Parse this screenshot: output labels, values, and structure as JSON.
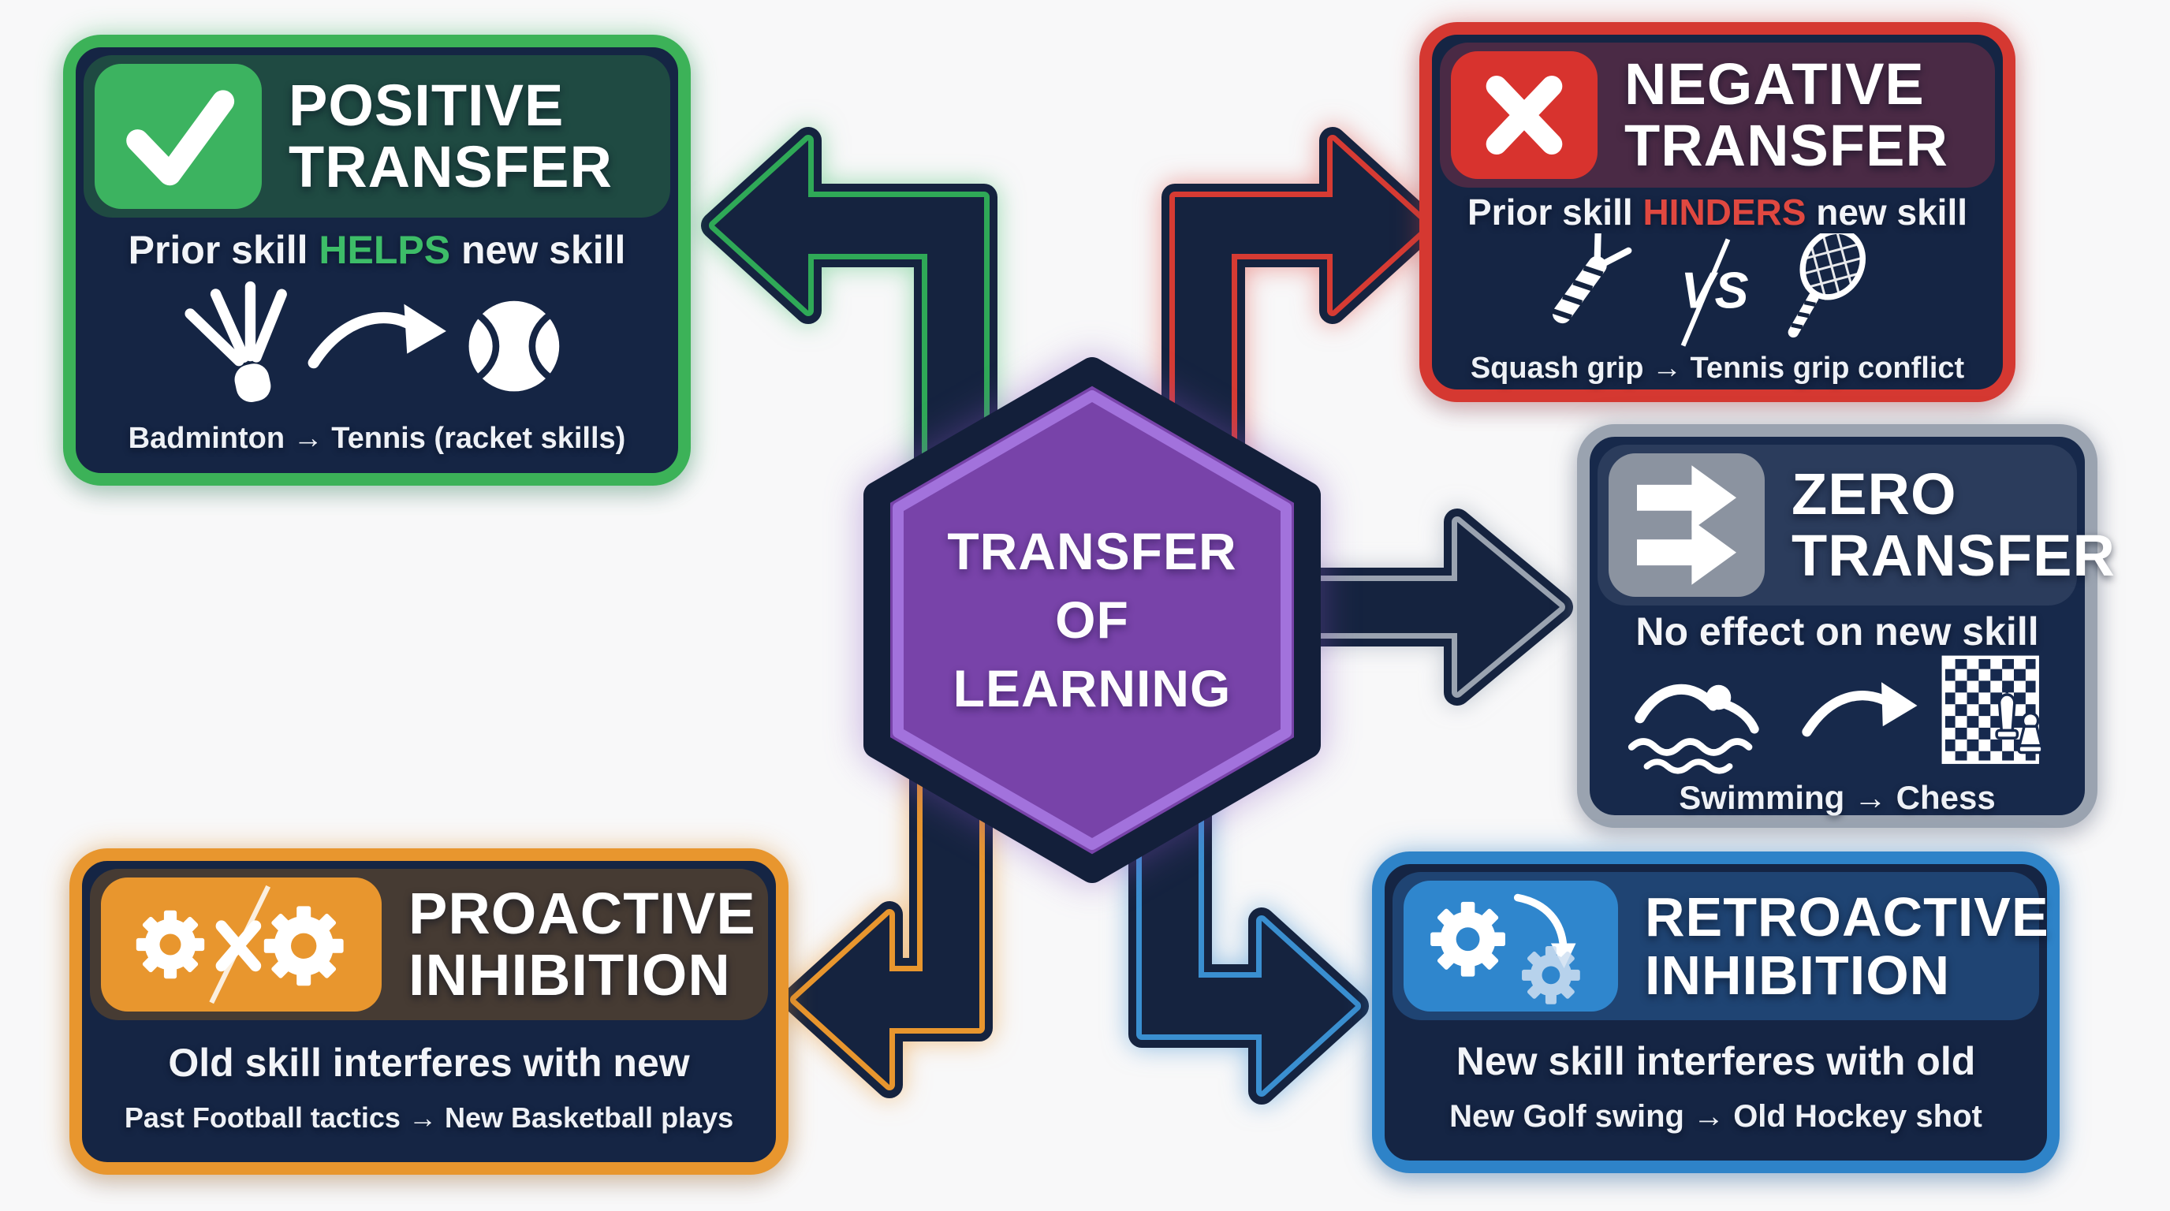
{
  "center": {
    "lines": [
      "TRANSFER",
      "OF",
      "LEARNING"
    ],
    "fill_color": "#7843a9",
    "inner_border_color": "#a272dc",
    "outline_color": "#131f3a"
  },
  "cards": {
    "positive": {
      "title_line1": "POSITIVE",
      "title_line2": "TRANSFER",
      "icon": "check-icon",
      "accent": "#3cb258",
      "header_bg": "#1f4a42",
      "desc_pre": "Prior skill ",
      "desc_highlight": "HELPS",
      "desc_post": " new skill",
      "highlight_color": "#3dbd68",
      "body_icons": "shuttlecock → tennis-ball",
      "example": "Badminton → Tennis (racket skills)"
    },
    "negative": {
      "title_line1": "NEGATIVE",
      "title_line2": "TRANSFER",
      "icon": "x-icon",
      "accent": "#d53831",
      "header_bg": "#4a2a45",
      "desc_pre": "Prior skill ",
      "desc_highlight": "HINDERS",
      "desc_post": " new skill",
      "highlight_color": "#e04840",
      "vs_label": "VS",
      "body_icons": "squash-grip vs tennis-racket",
      "example": "Squash grip → Tennis grip conflict"
    },
    "zero": {
      "title_line1": "ZERO",
      "title_line2": "TRANSFER",
      "icon": "double-arrow-icon",
      "accent": "#9aa3b0",
      "header_bg": "#2b3c5c",
      "desc_pre": "No effect on new skill",
      "desc_highlight": "",
      "desc_post": "",
      "body_icons": "swimmer → chessboard",
      "example": "Swimming → Chess"
    },
    "proactive": {
      "title_line1": "PROACTIVE",
      "title_line2": "INHIBITION",
      "icon": "gears-x-icon",
      "accent": "#e8962e",
      "header_bg": "#463b33",
      "desc_pre": "Old skill interferes with new",
      "desc_highlight": "",
      "desc_post": "",
      "example": "Past Football tactics → New Basketball plays"
    },
    "retroactive": {
      "title_line1": "RETROACTIVE",
      "title_line2": "INHIBITION",
      "icon": "gears-arrow-icon",
      "accent": "#2e83c8",
      "header_bg": "#1f4473",
      "desc_pre": "New skill interferes with old",
      "desc_highlight": "",
      "desc_post": "",
      "example": "New Golf swing → Old Hockey shot"
    }
  },
  "arrows": [
    {
      "to": "positive-transfer",
      "color": "#2fa957",
      "direction": "up-left"
    },
    {
      "to": "negative-transfer",
      "color": "#d63b33",
      "direction": "up-right"
    },
    {
      "to": "zero-transfer",
      "color": "#9aa3b0",
      "direction": "right"
    },
    {
      "to": "proactive-inhibition",
      "color": "#e8962e",
      "direction": "down-left"
    },
    {
      "to": "retroactive-inhibition",
      "color": "#3a8fd0",
      "direction": "down-right"
    }
  ]
}
